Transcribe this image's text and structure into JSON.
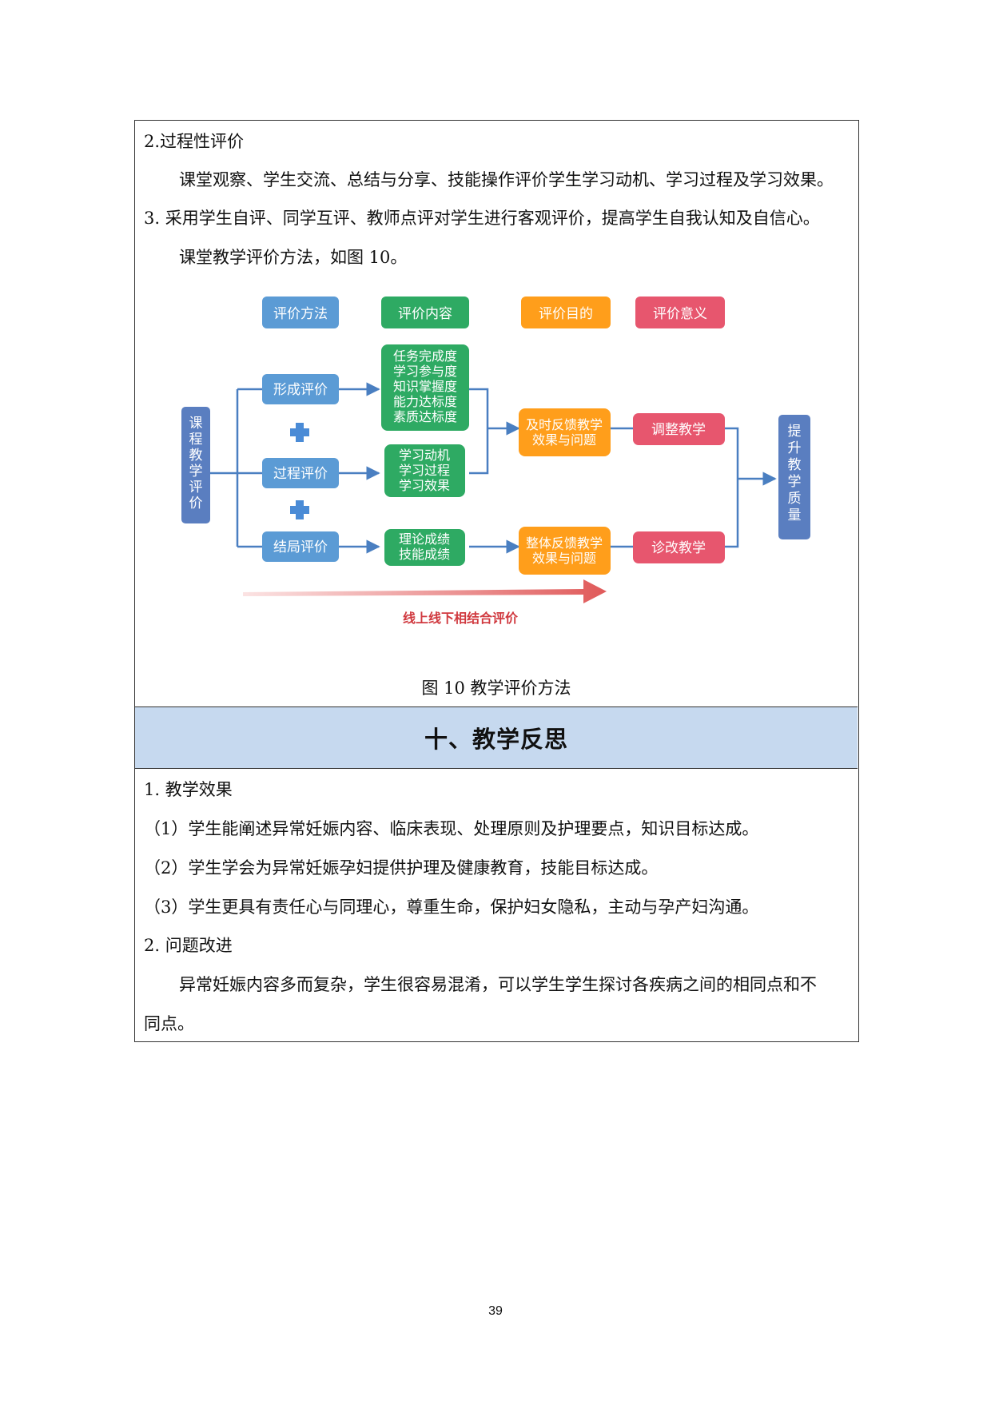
{
  "eval": {
    "heading": "2.过程性评价",
    "para1": "课堂观察、学生交流、总结与分享、技能操作评价学生学习动机、学习过程及学习效果。",
    "item3": "3.  采用学生自评、同学互评、教师点评对学生进行客观评价，提高学生自我认知及自信心。",
    "para2": "课堂教学评价方法，如图 10。"
  },
  "diagram": {
    "headers": [
      "评价方法",
      "评价内容",
      "评价目的",
      "评价意义"
    ],
    "left_label": "课程教学评价",
    "right_label": "提升教学质量",
    "methods": [
      "形成评价",
      "过程评价",
      "结局评价"
    ],
    "contents": [
      [
        "任务完成度",
        "学习参与度",
        "知识掌握度",
        "能力达标度",
        "素质达标度"
      ],
      [
        "学习动机",
        "学习过程",
        "学习效果"
      ],
      [
        "理论成绩",
        "技能成绩"
      ]
    ],
    "purposes": [
      [
        "及时反馈教学",
        "效果与问题"
      ],
      [
        "整体反馈教学",
        "效果与问题"
      ]
    ],
    "meanings": [
      "调整教学",
      "诊改教学"
    ],
    "arrow_label": "线上线下相结合评价",
    "colors": {
      "blue": "#5b9bd5",
      "green": "#2eaa63",
      "orange": "#ff9e1b",
      "red": "#e7566e",
      "dark_blue": "#5a7ec0"
    }
  },
  "caption": "图 10  教学评价方法",
  "section": {
    "title": "十、教学反思",
    "h1": "1.  教学效果",
    "r1": "（1）学生能阐述异常妊娠内容、临床表现、处理原则及护理要点，知识目标达成。",
    "r2": "（2）学生学会为异常妊娠孕妇提供护理及健康教育，技能目标达成。",
    "r3": "（3）学生更具有责任心与同理心，尊重生命，保护妇女隐私，主动与孕产妇沟通。",
    "h2": "2.  问题改进",
    "p1": "异常妊娠内容多而复杂，学生很容易混淆，可以学生学生探讨各疾病之间的相同点和不",
    "p2": "同点。"
  },
  "page_number": "39"
}
